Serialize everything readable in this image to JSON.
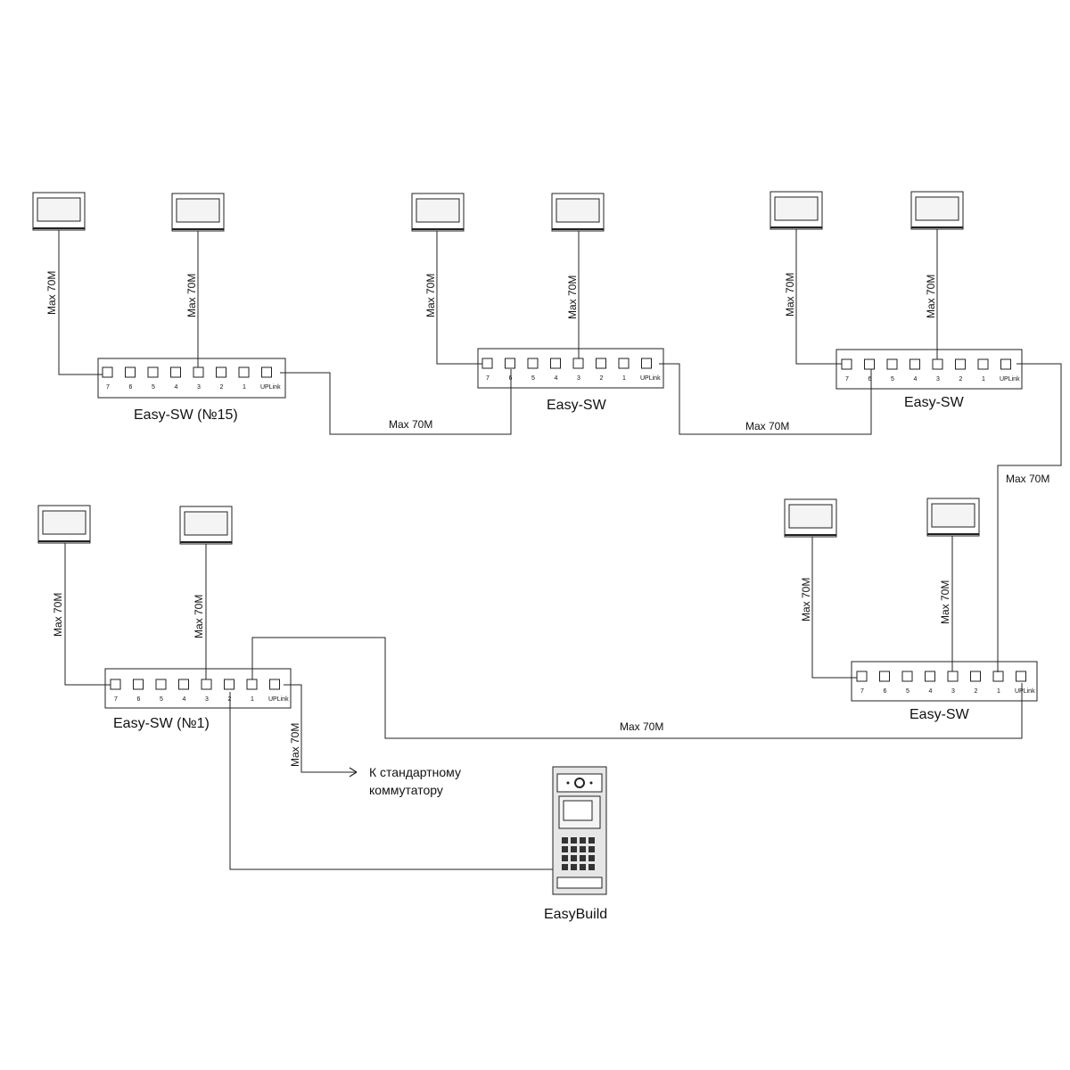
{
  "diagram": {
    "cable_label": "Max 70M",
    "switches": [
      {
        "id": "sw15",
        "label": "Easy-SW (№15)",
        "ports": [
          "7",
          "6",
          "5",
          "4",
          "3",
          "2",
          "1",
          "UPLink"
        ]
      },
      {
        "id": "sw2",
        "label": "Easy-SW",
        "ports": [
          "7",
          "6",
          "5",
          "4",
          "3",
          "2",
          "1",
          "UPLink"
        ]
      },
      {
        "id": "sw3",
        "label": "Easy-SW",
        "ports": [
          "7",
          "6",
          "5",
          "4",
          "3",
          "2",
          "1",
          "UPLink"
        ]
      },
      {
        "id": "sw4",
        "label": "Easy-SW",
        "ports": [
          "7",
          "6",
          "5",
          "4",
          "3",
          "2",
          "1",
          "UPLink"
        ]
      },
      {
        "id": "sw1",
        "label": "Easy-SW  (№1)",
        "ports": [
          "7",
          "6",
          "5",
          "4",
          "3",
          "2",
          "1",
          "UPLink"
        ]
      }
    ],
    "uplink_target": {
      "line1": "К стандартному",
      "line2": "коммутатору"
    },
    "panel": {
      "label": "EasyBuild"
    },
    "colors": {
      "line": "#222222",
      "screen_fill": "#f4f4f4",
      "panel_fill": "#e6e6e6"
    }
  }
}
